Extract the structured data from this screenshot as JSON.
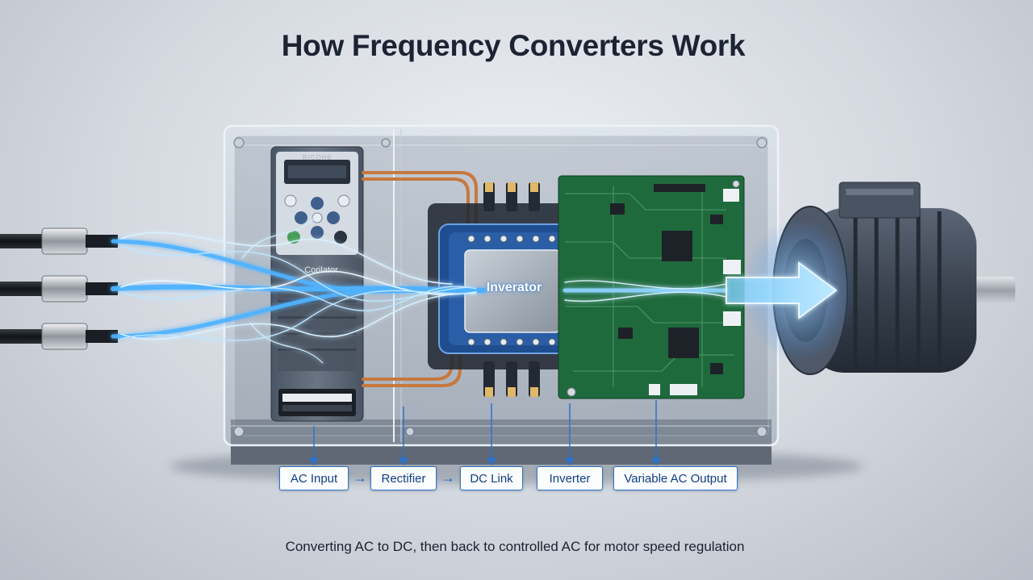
{
  "title": "How Frequency Converters Work",
  "subtitle": "Converting AC to DC, then back to controlled AC for motor speed regulation",
  "device": {
    "panel_label": "Corilator",
    "panel_model": "RICOH8",
    "chip_label": "Inverator"
  },
  "flow": {
    "stages": [
      {
        "label": "AC Input"
      },
      {
        "label": "Rectifier"
      },
      {
        "label": "DC Link"
      },
      {
        "label": "Inverter"
      },
      {
        "label": "Variable AC Output"
      }
    ],
    "arrow_glyph": "→"
  },
  "colors": {
    "accent": "#2f73c9",
    "energy": "#4fb2ff",
    "pcb": "#1f6a3c",
    "motor": "#3c4452",
    "title": "#1c2333"
  }
}
